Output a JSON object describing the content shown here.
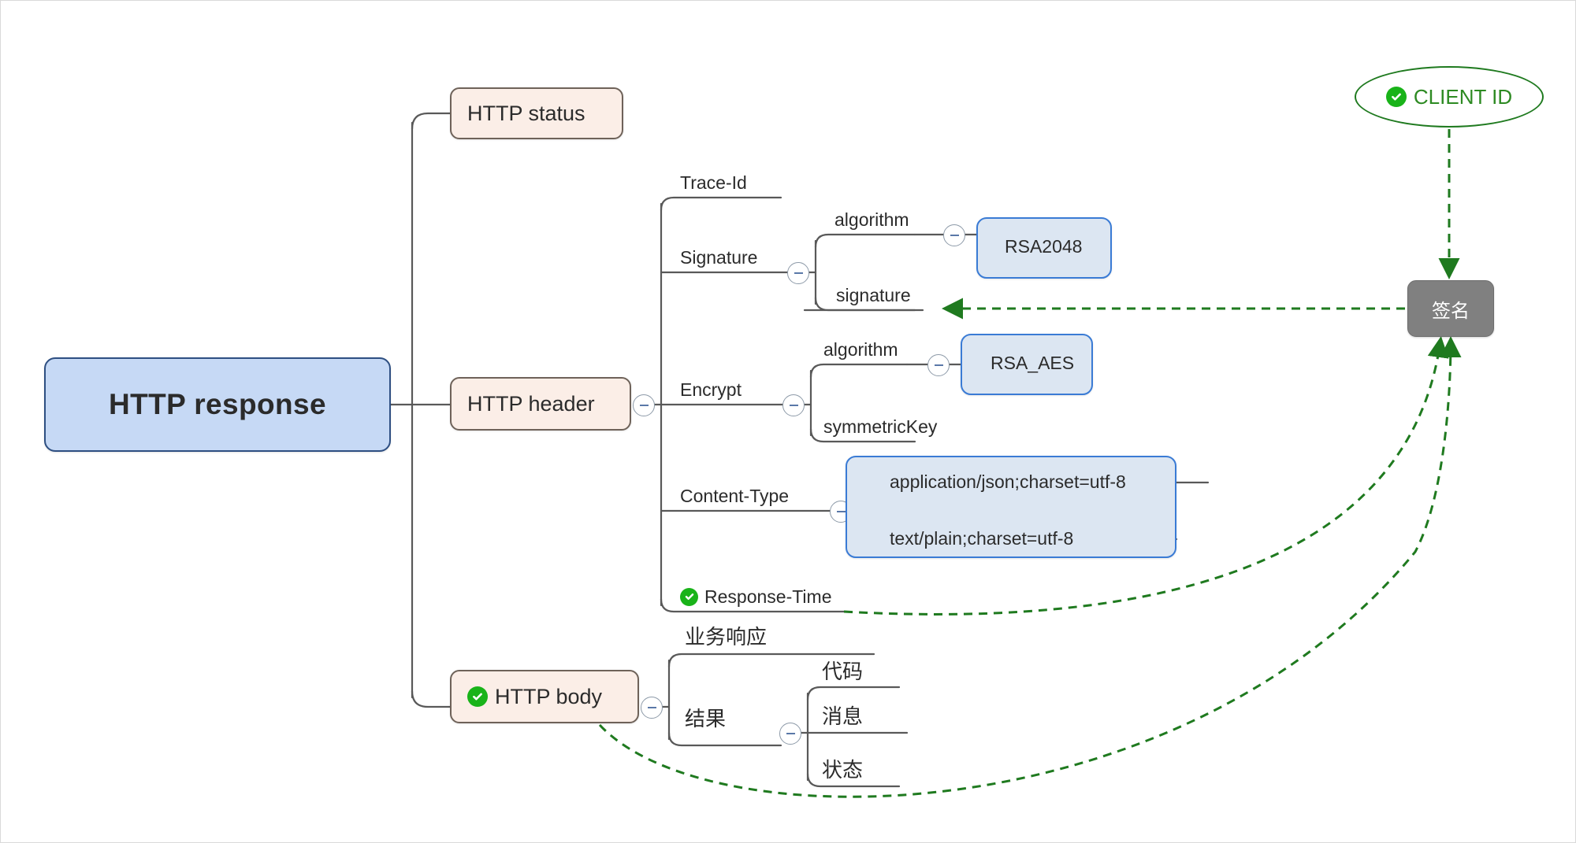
{
  "diagram": {
    "title": "HTTP response",
    "type": "mind-map",
    "colors": {
      "root_fill": "#c6d9f5",
      "root_border": "#2e4f82",
      "branch_fill": "#fbeee7",
      "branch_border": "#6e6259",
      "callout_fill": "#dce6f2",
      "callout_border": "#3a7bd5",
      "gray_fill": "#808080",
      "green": "#1f7a1f",
      "check_green": "#19b319",
      "wire": "#595959"
    }
  },
  "root": {
    "label": "HTTP response"
  },
  "branches": {
    "status": {
      "label": "HTTP status"
    },
    "header": {
      "label": "HTTP header"
    },
    "body": {
      "label": "HTTP body",
      "icon": "green-check-icon"
    }
  },
  "header_children": {
    "trace_id": {
      "label": "Trace-Id"
    },
    "signature": {
      "label": "Signature"
    },
    "encrypt": {
      "label": "Encrypt"
    },
    "content_type": {
      "label": "Content-Type"
    },
    "response_time": {
      "label": "Response-Time",
      "icon": "green-check-icon"
    }
  },
  "signature_children": {
    "algorithm": {
      "label": "algorithm"
    },
    "signature": {
      "label": "signature"
    }
  },
  "encrypt_children": {
    "algorithm": {
      "label": "algorithm"
    },
    "symmetric_key": {
      "label": "symmetricKey"
    }
  },
  "callouts": {
    "rsa2048": {
      "value": "RSA2048"
    },
    "rsa_aes": {
      "value": "RSA_AES"
    },
    "content_type_values": [
      "application/json;charset=utf-8",
      "text/plain;charset=utf-8"
    ]
  },
  "body_children": {
    "business_response": {
      "label": "业务响应"
    },
    "result": {
      "label": "结果"
    },
    "result_children": [
      {
        "label": "代码"
      },
      {
        "label": "消息"
      },
      {
        "label": "状态"
      }
    ]
  },
  "side_nodes": {
    "client_id": {
      "label": "CLIENT ID",
      "icon": "green-check-icon"
    },
    "sign": {
      "label": "签名"
    }
  },
  "toggles": {
    "header": "collapse-toggle",
    "signature": "collapse-toggle",
    "signature_algorithm": "collapse-toggle",
    "encrypt": "collapse-toggle",
    "encrypt_algorithm": "collapse-toggle",
    "content_type": "collapse-toggle",
    "body": "collapse-toggle",
    "result": "collapse-toggle"
  }
}
